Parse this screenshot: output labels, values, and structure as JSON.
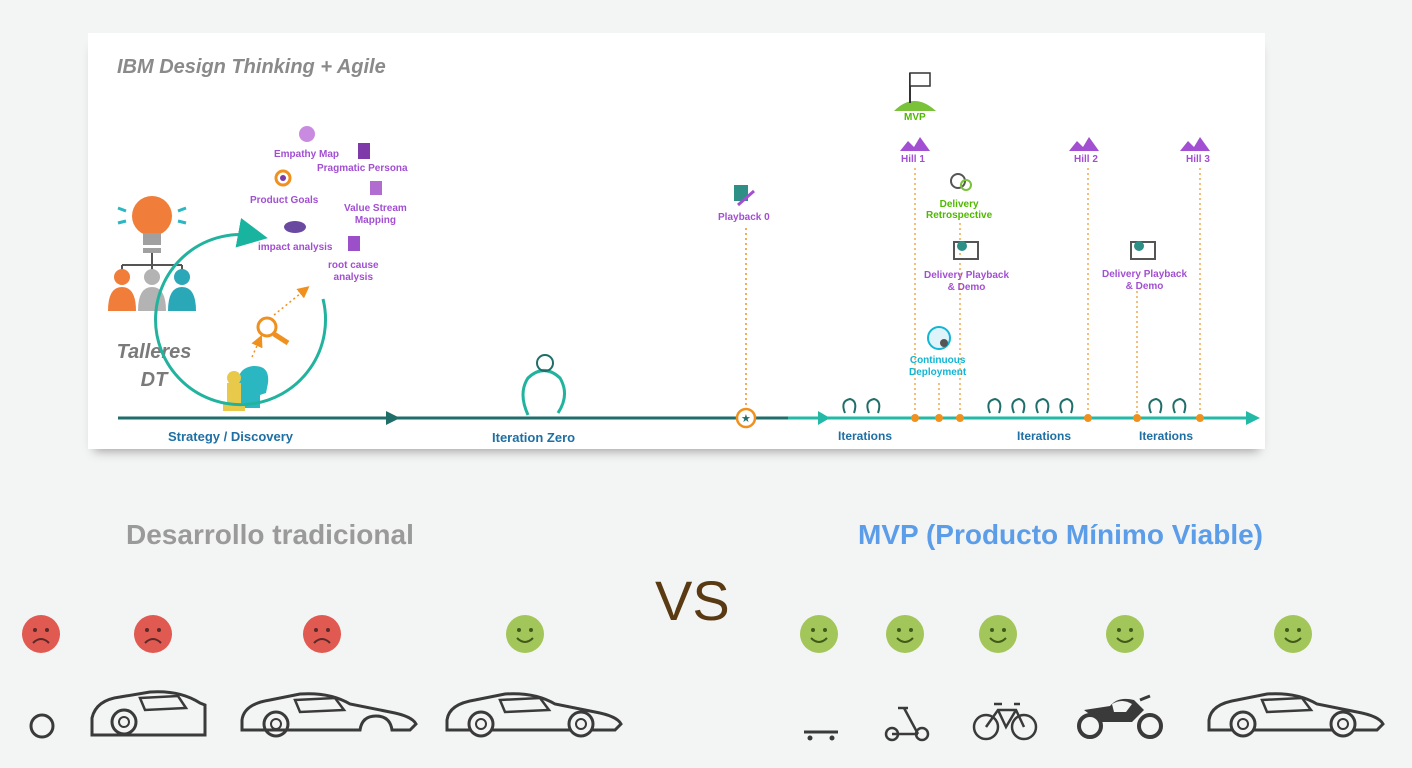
{
  "diagram": {
    "title": "IBM Design Thinking + Agile",
    "workshops_label": "Talleres\nDT",
    "discovery_items": {
      "empathy_map": "Empathy Map",
      "pragmatic_persona": "Pragmatic Persona",
      "product_goals": "Product Goals",
      "value_stream": "Value Stream\nMapping",
      "impact_analysis": "impact analysis",
      "root_cause": "root cause\nanalysis"
    },
    "phases": {
      "strategy": "Strategy / Discovery",
      "iteration_zero": "Iteration Zero",
      "iterations_1": "Iterations",
      "iterations_2": "Iterations",
      "iterations_3": "Iterations"
    },
    "milestones": {
      "playback_0": "Playback 0",
      "mvp": "MVP",
      "hill_1": "Hill 1",
      "hill_2": "Hill 2",
      "hill_3": "Hill 3",
      "delivery_retro": "Delivery\nRetrospective",
      "delivery_playback_1": "Delivery Playback\n& Demo",
      "delivery_playback_2": "Delivery Playback\n& Demo",
      "continuous_deployment": "Continuous\nDeployment"
    }
  },
  "comparison": {
    "traditional_title": "Desarrollo tradicional",
    "mvp_title": "MVP (Producto Mínimo Viable)",
    "vs": "VS",
    "traditional_faces": [
      "sad",
      "sad",
      "sad",
      "happy"
    ],
    "traditional_vehicles": [
      "wheel-icon",
      "car-body-icon",
      "car-no-wheels-icon",
      "car-icon"
    ],
    "mvp_faces": [
      "happy",
      "happy",
      "happy",
      "happy",
      "happy"
    ],
    "mvp_vehicles": [
      "skateboard-icon",
      "scooter-icon",
      "bicycle-icon",
      "motorcycle-icon",
      "car-icon"
    ],
    "colors": {
      "sad": "#e05a52",
      "happy": "#a3c65a",
      "traditional_title": "#9a9a9a",
      "mvp_title": "#5b9de8"
    }
  }
}
